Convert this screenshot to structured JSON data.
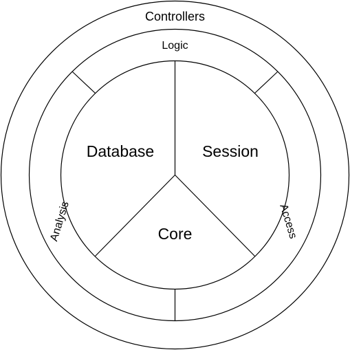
{
  "diagram": {
    "outer_ring_label": "Controllers",
    "middle_ring_labels": {
      "top": "Logic",
      "left": "Analysis",
      "right": "Access"
    },
    "core_segments": {
      "left": "Database",
      "right": "Session",
      "bottom": "Core"
    }
  }
}
